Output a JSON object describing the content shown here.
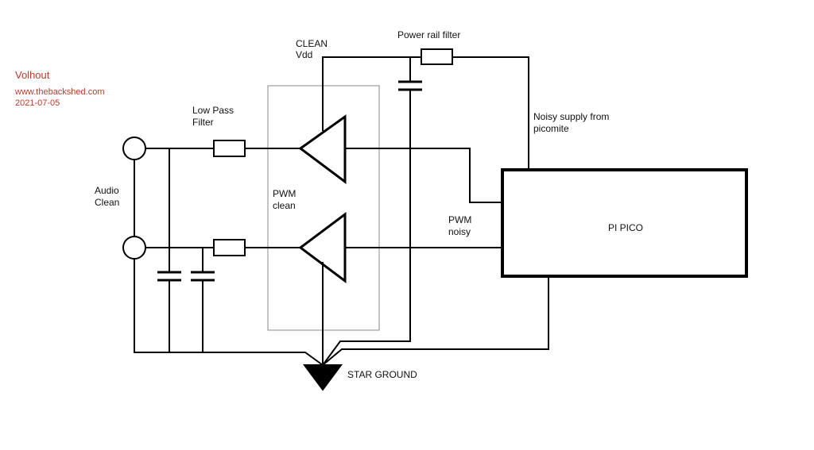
{
  "meta": {
    "author": "Volhout",
    "site": "www.thebackshed.com",
    "date": "2021-07-05"
  },
  "labels": {
    "clean_vdd_line1": "CLEAN",
    "clean_vdd_line2": "Vdd",
    "power_rail_filter": "Power rail filter",
    "noisy_supply_line1": "Noisy supply from",
    "noisy_supply_line2": "picomite",
    "low_pass_line1": "Low Pass",
    "low_pass_line2": "Filter",
    "audio_clean_line1": "Audio",
    "audio_clean_line2": "Clean",
    "pwm_clean_line1": "PWM",
    "pwm_clean_line2": "clean",
    "pwm_noisy_line1": "PWM",
    "pwm_noisy_line2": "noisy",
    "pi_pico": "PI PICO",
    "star_ground": "STAR GROUND"
  }
}
